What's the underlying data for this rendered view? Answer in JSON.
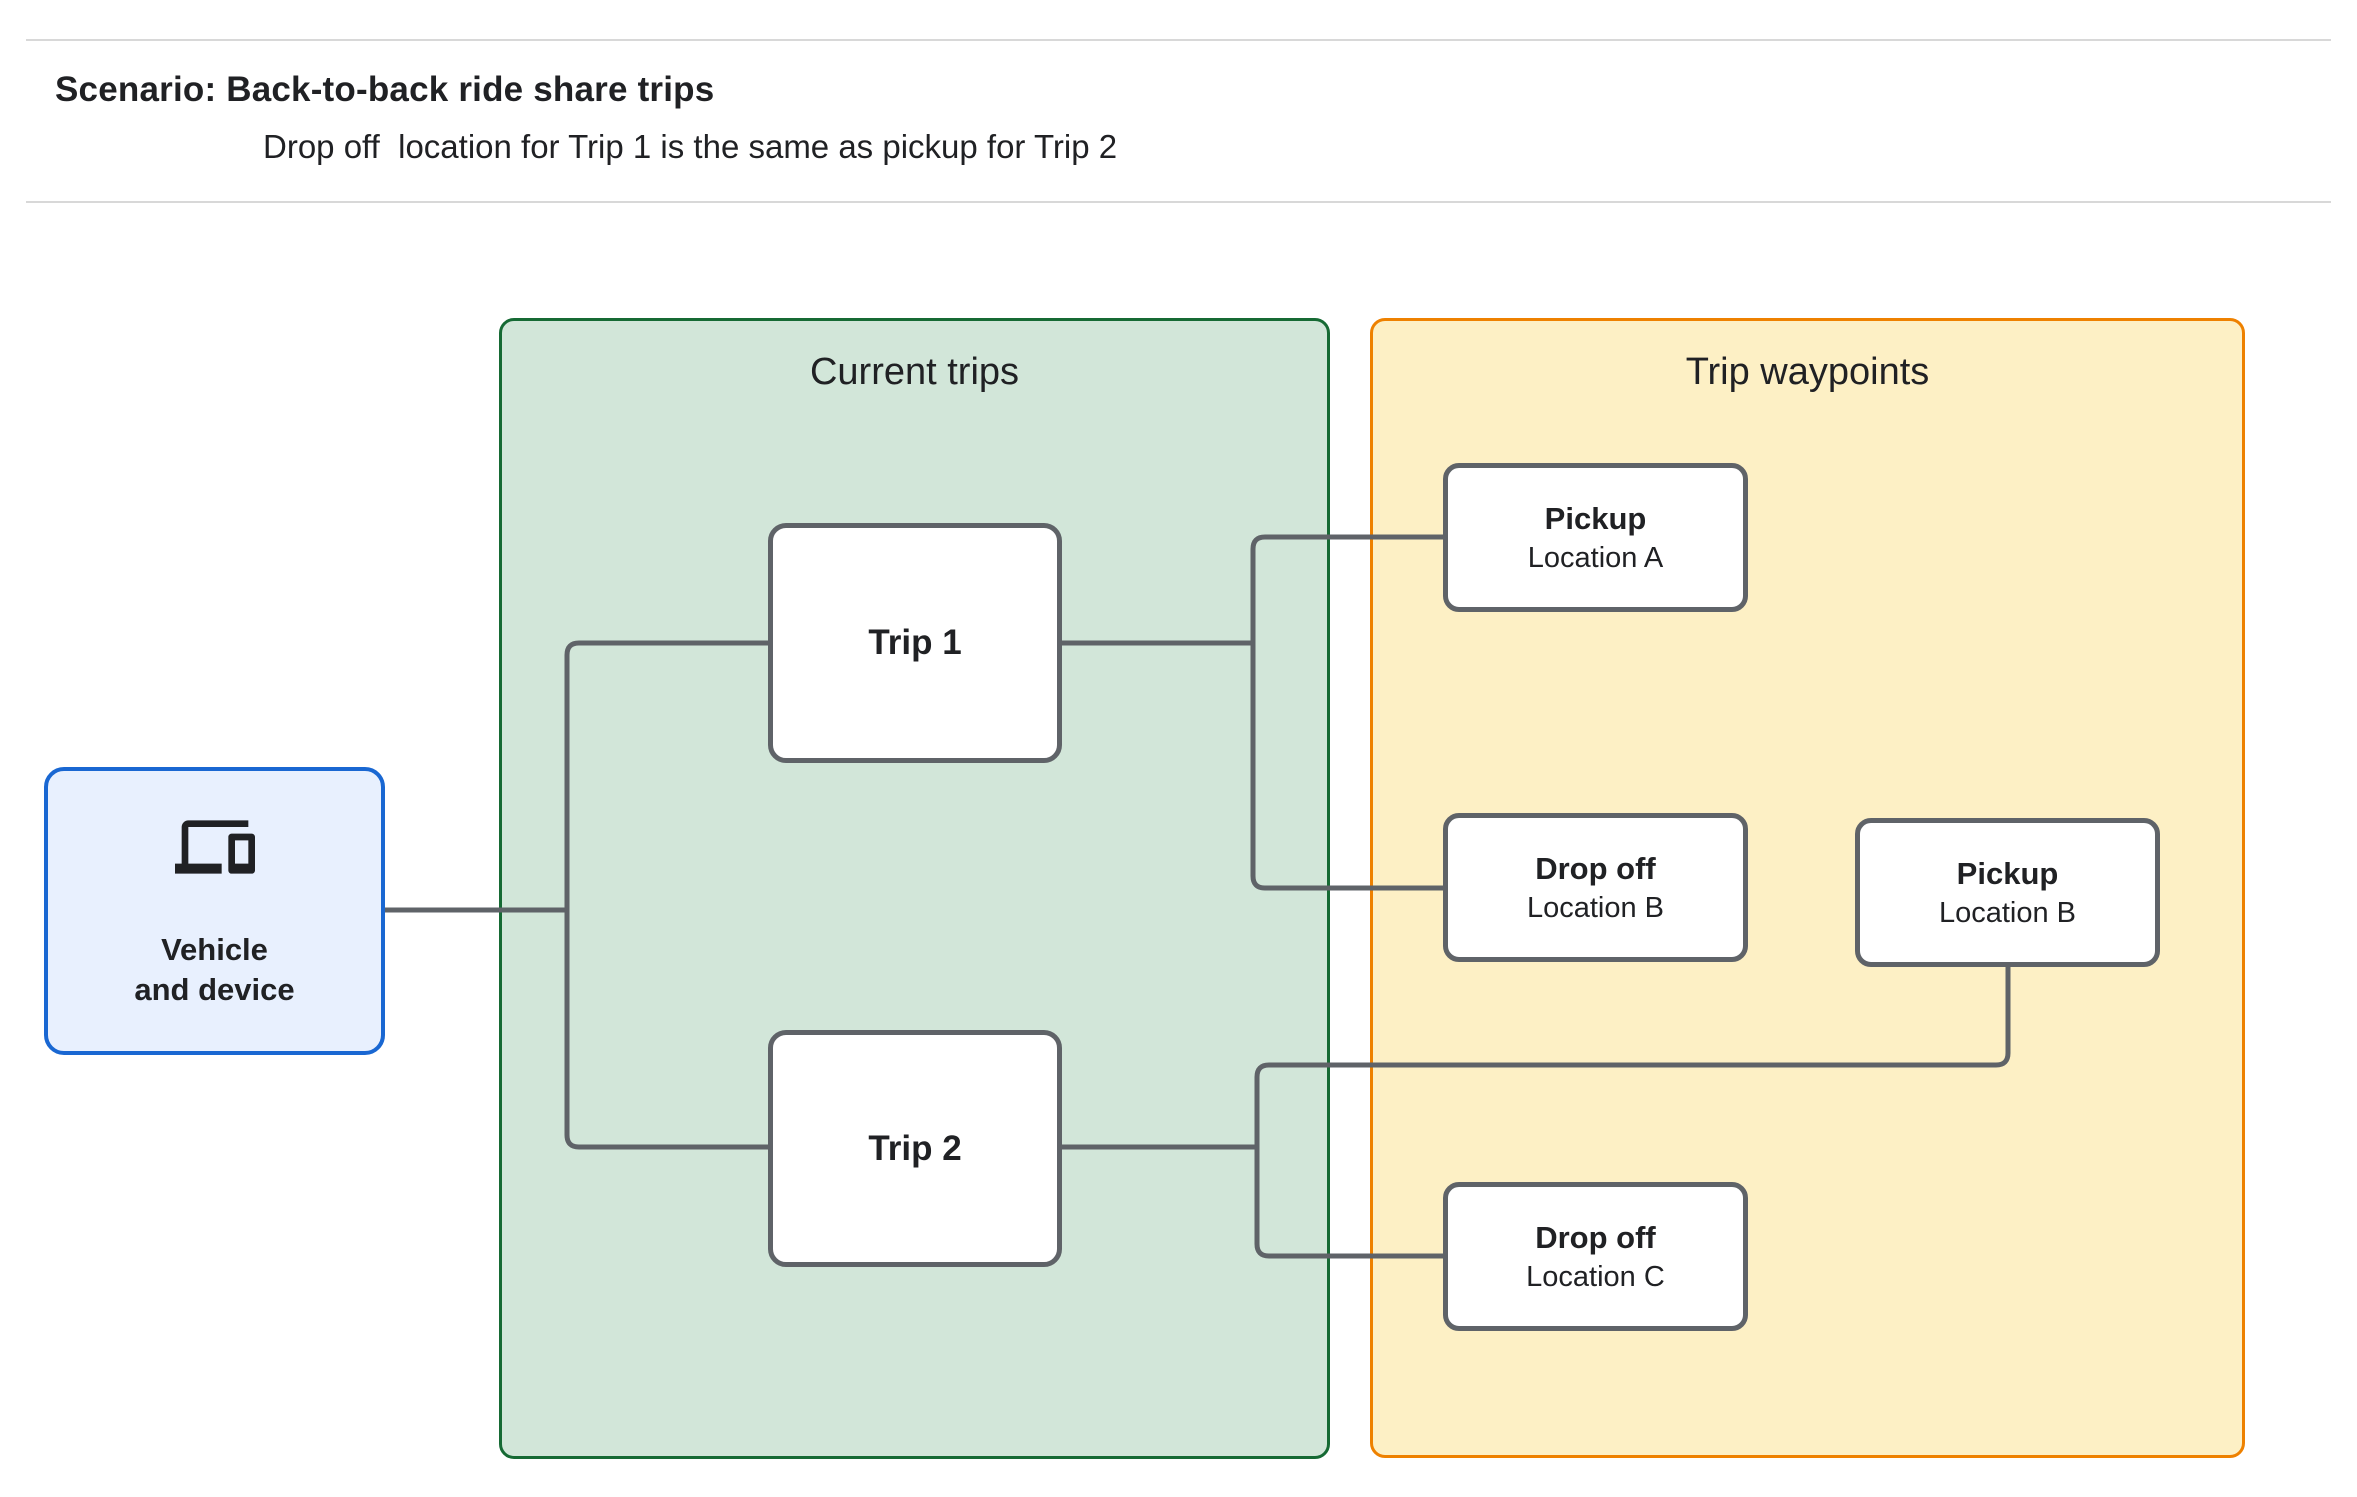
{
  "header": {
    "scenario_title": "Scenario: Back-to-back ride share trips",
    "scenario_subtitle": "Drop off  location for Trip 1 is the same as pickup for Trip 2"
  },
  "diagram": {
    "vehicle_node": {
      "icon": "devices-icon",
      "label_line1": "Vehicle",
      "label_line2": "and device"
    },
    "current_trips_group": {
      "title": "Current trips"
    },
    "trip_waypoints_group": {
      "title": "Trip waypoints"
    },
    "trips": [
      {
        "id": "trip-1",
        "label": "Trip 1"
      },
      {
        "id": "trip-2",
        "label": "Trip 2"
      }
    ],
    "waypoints": [
      {
        "id": "pickup-a",
        "type": "Pickup",
        "location": "Location A"
      },
      {
        "id": "dropoff-b",
        "type": "Drop off",
        "location": "Location B"
      },
      {
        "id": "pickup-b",
        "type": "Pickup",
        "location": "Location B"
      },
      {
        "id": "dropoff-c",
        "type": "Drop off",
        "location": "Location C"
      }
    ],
    "edges": [
      {
        "from": "vehicle",
        "to": "trip-1"
      },
      {
        "from": "vehicle",
        "to": "trip-2"
      },
      {
        "from": "trip-1",
        "to": "pickup-a"
      },
      {
        "from": "trip-1",
        "to": "dropoff-b"
      },
      {
        "from": "trip-2",
        "to": "pickup-b"
      },
      {
        "from": "trip-2",
        "to": "dropoff-c"
      }
    ],
    "colors": {
      "vehicle_fill": "#e8f0fe",
      "vehicle_border": "#1967d2",
      "trips_group_fill": "#d2e6d9",
      "trips_group_border": "#166a34",
      "waypoints_group_fill": "#fdf0c5",
      "waypoints_group_border": "#ee8100",
      "node_border": "#5f6368",
      "connector": "#5f6368",
      "text": "#202124",
      "rule": "#d8d8d8"
    }
  }
}
